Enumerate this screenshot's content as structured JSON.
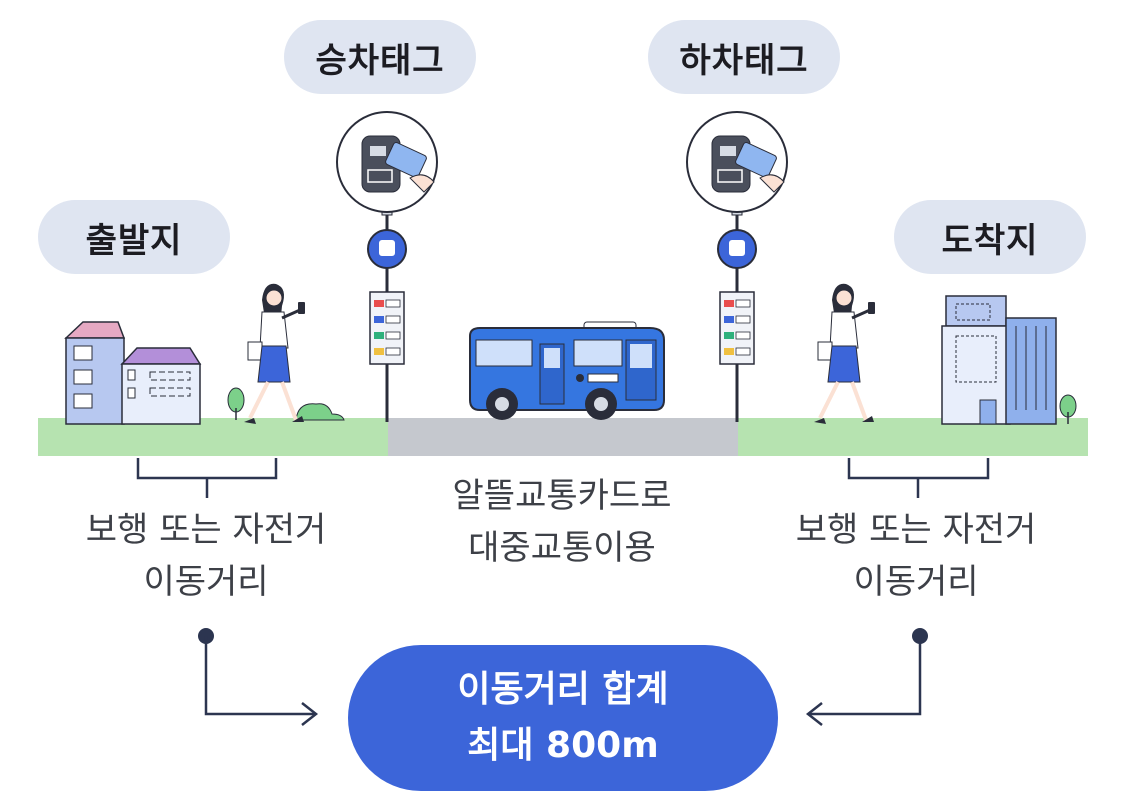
{
  "labels": {
    "origin": "출발지",
    "boarding_tag": "승차태그",
    "alighting_tag": "하차태그",
    "destination": "도착지"
  },
  "captions": {
    "left_line1": "보행 또는 자전거",
    "left_line2": "이동거리",
    "center_line1": "알뜰교통카드로",
    "center_line2": "대중교통이용",
    "right_line1": "보행 또는 자전거",
    "right_line2": "이동거리"
  },
  "total": {
    "line1": "이동거리 합계",
    "line2": "최대 800m"
  },
  "colors": {
    "pill_bg": "#dfe5f1",
    "grass": "#b6e3b0",
    "road": "#c5c8ce",
    "bus": "#3576e0",
    "accent": "#3c65d9",
    "line": "#2c3550"
  },
  "icons": [
    "building-icon",
    "walking-woman-icon",
    "card-reader-icon",
    "bus-stop-sign-icon",
    "bus-icon",
    "office-building-icon",
    "arrow-right-icon",
    "arrow-left-icon"
  ]
}
